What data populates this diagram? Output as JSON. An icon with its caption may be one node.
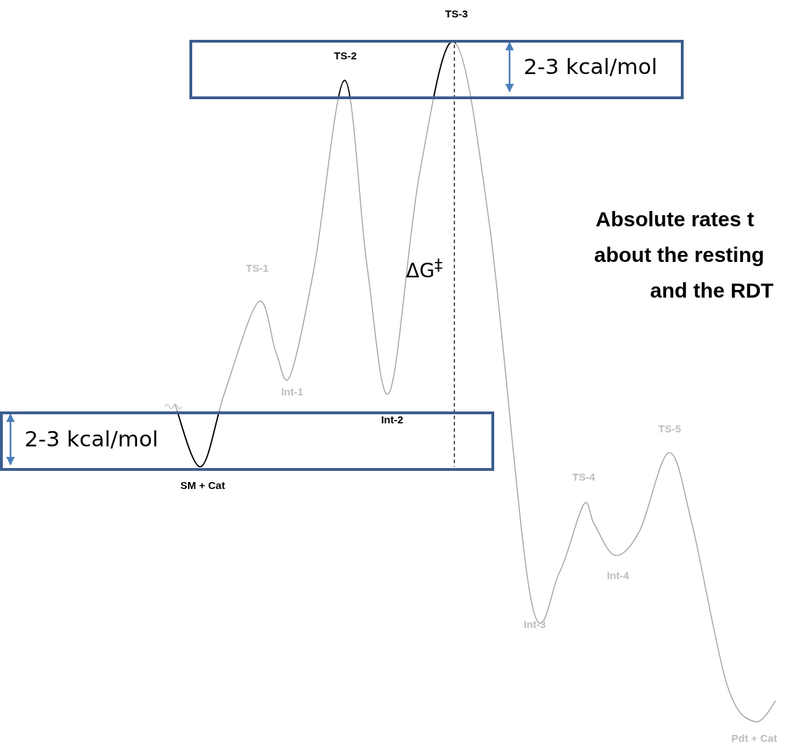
{
  "diagram": {
    "nodes": [
      {
        "text": [
          "2-3 kcal/mol"
        ]
      },
      {
        "text": [
          "2-3 kcal/mol"
        ]
      }
    ],
    "labels": [
      "TS-3",
      "TS-2",
      "Absolute rates t",
      "about the resting",
      "ΔG$^{‡}$",
      "TS-1",
      "and the RDT",
      "Int-1",
      "Int-2",
      "TS-5",
      "TS-4",
      "SM + Cat",
      "Int-4",
      "Int-3",
      "Pdt + Cat"
    ]
  }
}
